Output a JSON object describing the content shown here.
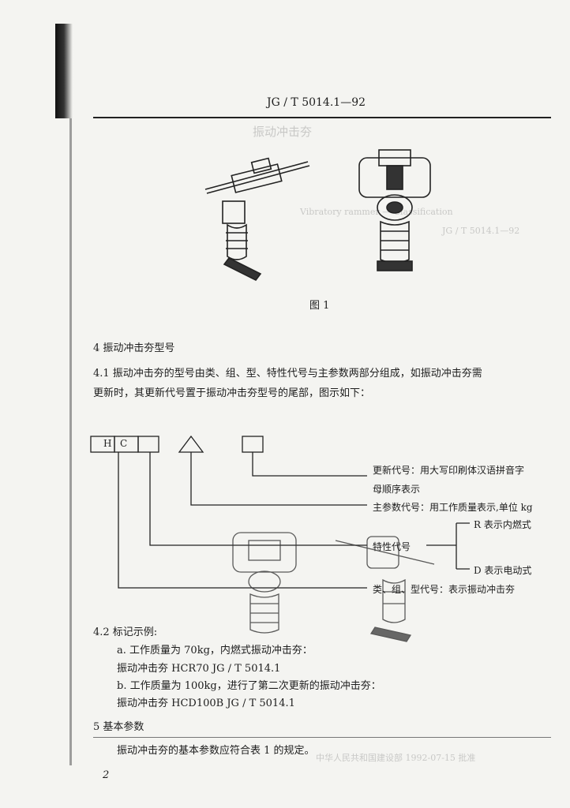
{
  "header": {
    "standard_no": "JG / T   5014.1—92"
  },
  "figure1": {
    "caption": "图 1"
  },
  "section4": {
    "heading": "4   振动冲击夯型号",
    "p41_line1": "4.1   振动冲击夯的型号由类、组、型、特性代号与主参数两部分组成，如振动冲击夯需",
    "p41_line2": "更新时，其更新代号置于振动冲击夯型号的尾部，图示如下："
  },
  "model_diagram": {
    "box_h": "H",
    "box_c": "C",
    "label_update_line1": "更新代号：用大写印刷体汉语拼音字",
    "label_update_line2": "母顺序表示",
    "label_main_param": "主参数代号：用工作质量表示,单位 kg",
    "label_char": "特性代号",
    "option_r": "R 表示内燃式",
    "option_d": "D 表示电动式",
    "label_class": "类、组、型代号：表示振动冲击夯"
  },
  "section42": {
    "heading": "4.2   标记示例:",
    "a_line": "a.   工作质量为 70kg，内燃式振动冲击夯：",
    "a_mark": "振动冲击夯    HCR70    JG / T    5014.1",
    "b_line": "b.   工作质量为 100kg，进行了第二次更新的振动冲击夯：",
    "b_mark": "振动冲击夯    HCD100B    JG / T    5014.1"
  },
  "section5": {
    "heading": "5   基本参数",
    "p51": "振动冲击夯的基本参数应符合表 1 的规定。"
  },
  "footer": {
    "page_no": "2"
  },
  "bleed_through": {
    "line1": "振动冲击夯",
    "line2": "Vibratory rammer — Classification",
    "line3": "JG / T   5014.1—92",
    "line4": "中华人民共和国建设部   1992-07-15  批准"
  }
}
